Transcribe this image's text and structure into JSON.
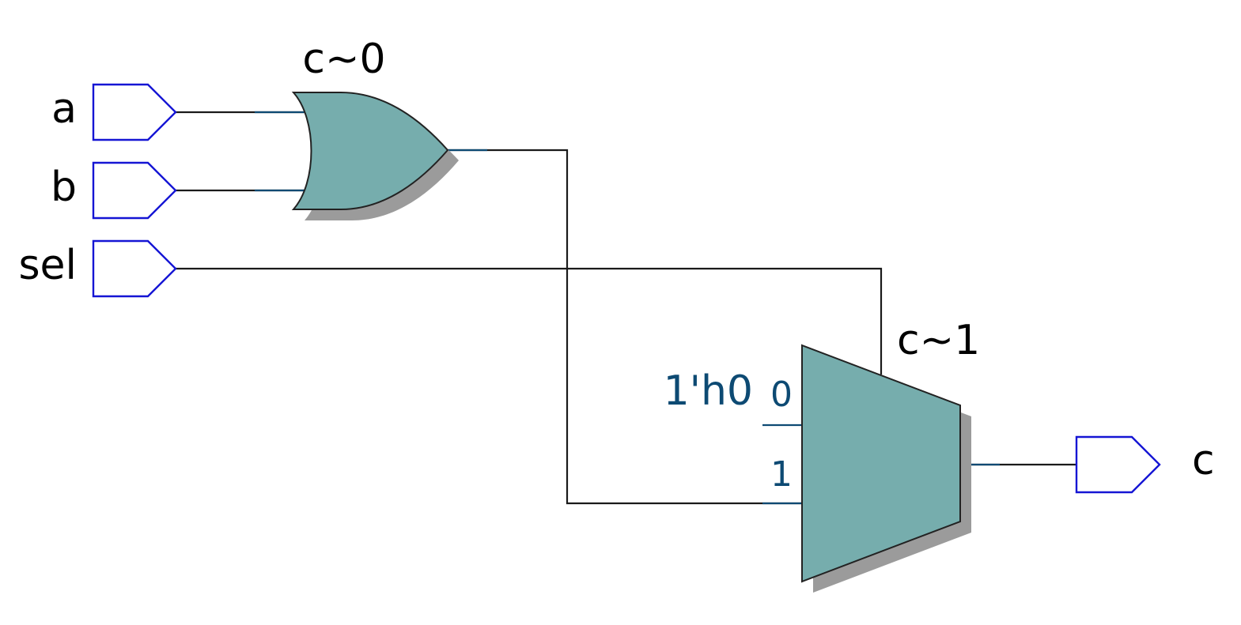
{
  "colors": {
    "port_border": "#1515d4",
    "gate_fill": "#76adad",
    "shadow": "#9b9b9b",
    "pin_text": "#0d4a73",
    "wire": "#1a1a1a"
  },
  "inputs": [
    {
      "name": "a"
    },
    {
      "name": "b"
    },
    {
      "name": "sel"
    }
  ],
  "outputs": [
    {
      "name": "c"
    }
  ],
  "or_gate": {
    "instance": "c~0"
  },
  "mux": {
    "instance": "c~1",
    "pin0": "0",
    "pin1": "1",
    "const_input": "1'h0"
  }
}
